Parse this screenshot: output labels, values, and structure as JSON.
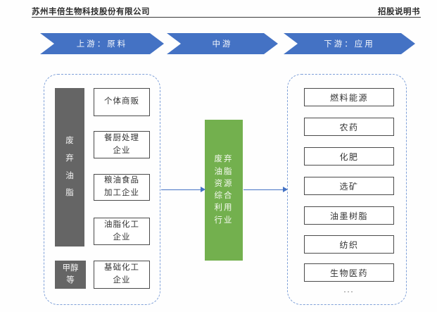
{
  "header": {
    "company": "苏州丰倍生物科技股份有限公司",
    "doc_label": "招股说明书"
  },
  "stages": [
    {
      "label": "上游：原料"
    },
    {
      "label": "中游"
    },
    {
      "label": "下游：应用"
    }
  ],
  "upstream": {
    "material_bar": "废\n弃\n油\n脂",
    "methanol_bar": "甲醇\n等",
    "suppliers": [
      "个体商贩",
      "餐厨处理\n企业",
      "粮油食品\n加工企业",
      "油脂化工\n企业",
      "基础化工\n企业"
    ]
  },
  "midstream": {
    "industry": "废弃\n油脂\n资源\n综合\n利用\n行业"
  },
  "downstream": {
    "applications": [
      "燃料能源",
      "农药",
      "化肥",
      "选矿",
      "油墨树脂",
      "纺织",
      "生物医药"
    ],
    "more": "..."
  },
  "colors": {
    "banner_blue": "#4472C4",
    "box_green": "#73B04E",
    "bar_gray": "#656565",
    "dashed_blue": "#7FA0D8"
  }
}
